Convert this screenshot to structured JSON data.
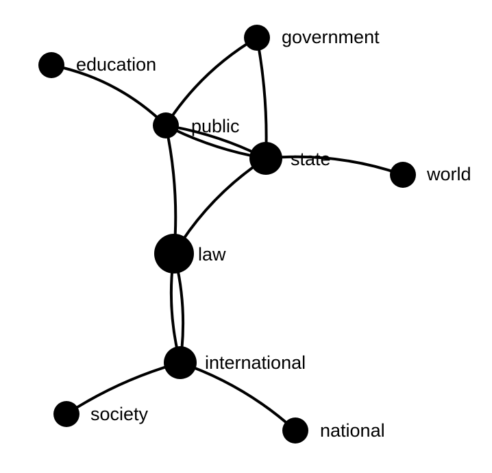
{
  "graph": {
    "nodes": [
      {
        "id": "government",
        "label": "government"
      },
      {
        "id": "education",
        "label": "education"
      },
      {
        "id": "public",
        "label": "public"
      },
      {
        "id": "state",
        "label": "state"
      },
      {
        "id": "world",
        "label": "world"
      },
      {
        "id": "law",
        "label": "law"
      },
      {
        "id": "international",
        "label": "international"
      },
      {
        "id": "society",
        "label": "society"
      },
      {
        "id": "national",
        "label": "national"
      }
    ],
    "edges": [
      {
        "source": "education",
        "target": "public"
      },
      {
        "source": "government",
        "target": "public"
      },
      {
        "source": "government",
        "target": "state"
      },
      {
        "source": "public",
        "target": "state"
      },
      {
        "source": "public",
        "target": "state"
      },
      {
        "source": "public",
        "target": "law"
      },
      {
        "source": "state",
        "target": "law"
      },
      {
        "source": "state",
        "target": "world"
      },
      {
        "source": "law",
        "target": "international"
      },
      {
        "source": "law",
        "target": "international"
      },
      {
        "source": "international",
        "target": "society"
      },
      {
        "source": "international",
        "target": "national"
      }
    ],
    "colors": {
      "node": "#000000",
      "edge": "#000000",
      "label": "#000000",
      "background": "#ffffff"
    }
  }
}
